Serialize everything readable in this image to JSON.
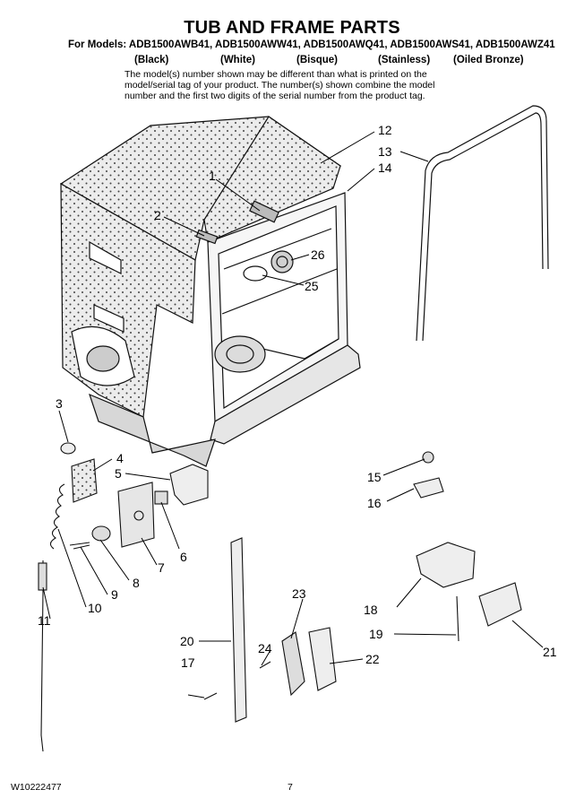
{
  "header": {
    "title": "TUB AND FRAME PARTS",
    "models_line": "For Models: ADB1500AWB41, ADB1500AWW41, ADB1500AWQ41, ADB1500AWS41, ADB1500AWZ41",
    "colors": [
      "(Black)",
      "(White)",
      "(Bisque)",
      "(Stainless)",
      "(Oiled Bronze)"
    ],
    "note_lines": [
      "The model(s) number shown may be different than what is printed on the",
      "model/serial tag of your product. The number(s) shown combine the model",
      "number and the first two digits of the serial number from the product tag."
    ]
  },
  "callouts": [
    "1",
    "2",
    "3",
    "4",
    "5",
    "6",
    "7",
    "8",
    "9",
    "10",
    "11",
    "12",
    "13",
    "14",
    "15",
    "16",
    "17",
    "18",
    "19",
    "20",
    "21",
    "22",
    "23",
    "24",
    "25",
    "26"
  ],
  "footer": {
    "doc_number": "W10222477",
    "page_number": "7"
  },
  "colors": {
    "text": "#000000",
    "line": "#1a1a1a",
    "tub_fill": "#e9e9e9",
    "dot": "#555555"
  }
}
